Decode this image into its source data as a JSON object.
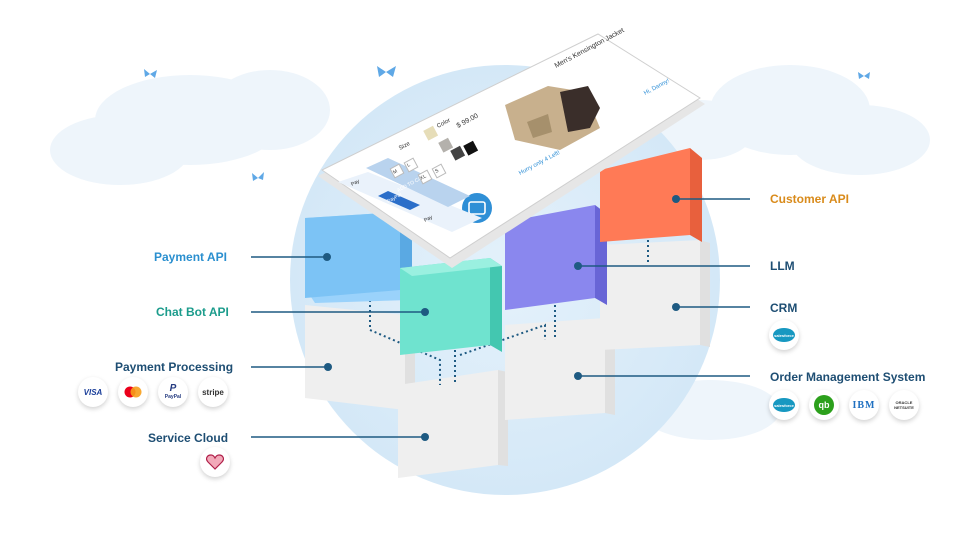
{
  "left_labels": {
    "payment_api": "Payment API",
    "chat_bot_api": "Chat Bot API",
    "payment_processing": "Payment Processing",
    "service_cloud": "Service Cloud"
  },
  "right_labels": {
    "customer_api": "Customer API",
    "llm": "LLM",
    "crm": "CRM",
    "order_management": "Order Management System"
  },
  "payment_badges": [
    "VISA",
    "",
    "PayPal",
    "stripe"
  ],
  "crm_badges": [
    "salesforce"
  ],
  "oms_badges": [
    "salesforce",
    "qb",
    "IBM",
    "ORACLE NETSUITE"
  ],
  "phone": {
    "brand": "Men's Kensington Jacket",
    "user": "Hi, Danny!",
    "price": "$ 99.00",
    "color_label": "Color",
    "size_label": "Size",
    "sizes": [
      "M",
      "L",
      "XL",
      "S"
    ],
    "stock_note": "Hurry only 4 Left!",
    "add_to_cart": "ADD TO CART",
    "pay_labels": [
      "Pay",
      "PayPal",
      "Pay"
    ]
  },
  "colors": {
    "payment_api": "#2a8fcf",
    "chat_bot_api": "#1c9c8c",
    "payment_processing": "#1e4e73",
    "service_cloud": "#1e4e73",
    "customer_api": "#d98b1b",
    "llm": "#1e4e73",
    "crm": "#1e4e73",
    "order_management": "#1e4e73",
    "cube_blue": "#7cc3f5",
    "cube_teal": "#6fe3cf",
    "cube_purple": "#8a87ee",
    "cube_orange": "#ff7a56",
    "cube_gray": "#ededed",
    "connector": "#1e5a82"
  }
}
